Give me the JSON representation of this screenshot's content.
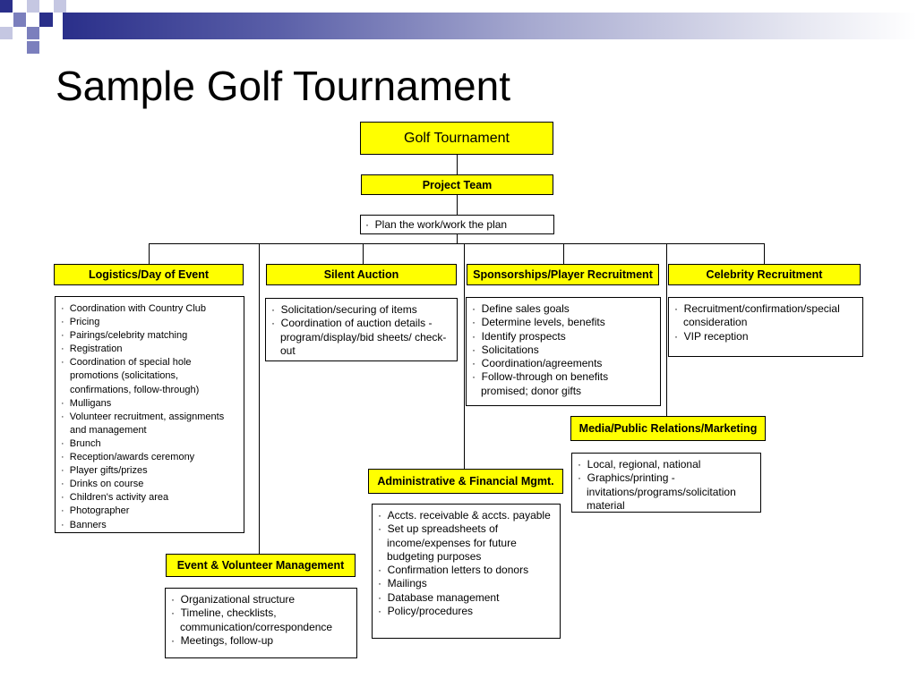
{
  "slide": {
    "title": "Sample Golf Tournament",
    "accent_colors": {
      "deco_dark": "#2a2f8a",
      "deco_mid": "#7b7fbd",
      "deco_light": "#c5c7e2",
      "box_fill": "#ffff00"
    }
  },
  "org": {
    "root": {
      "label": "Golf Tournament"
    },
    "project_team": {
      "label": "Project Team",
      "items": [
        "Plan the work/work the plan"
      ]
    },
    "logistics": {
      "label": "Logistics/Day of Event",
      "items": [
        "Coordination with Country Club",
        "Pricing",
        "Pairings/celebrity matching",
        "Registration",
        "Coordination of special hole promotions (solicitations, confirmations, follow-through)",
        "Mulligans",
        "Volunteer recruitment, assignments and management",
        "Brunch",
        "Reception/awards ceremony",
        "Player gifts/prizes",
        "Drinks on course",
        "Children's activity area",
        "Photographer",
        "Banners"
      ]
    },
    "silent_auction": {
      "label": "Silent Auction",
      "items": [
        "Solicitation/securing of items",
        "Coordination of auction details - program/display/bid sheets/ check-out"
      ]
    },
    "sponsorships": {
      "label": "Sponsorships/Player Recruitment",
      "items": [
        "Define sales goals",
        "Determine levels, benefits",
        "Identify prospects",
        "Solicitations",
        "Coordination/agreements",
        "Follow-through on benefits promised;  donor gifts"
      ]
    },
    "celebrity": {
      "label": "Celebrity Recruitment",
      "items": [
        "Recruitment/confirmation/special consideration",
        "VIP reception"
      ]
    },
    "media": {
      "label": "Media/Public Relations/Marketing",
      "items": [
        "Local, regional, national",
        "Graphics/printing - invitations/programs/solicitation material"
      ]
    },
    "admin": {
      "label": "Administrative & Financial Mgmt.",
      "items": [
        "Accts. receivable & accts. payable",
        "Set up spreadsheets of income/expenses for future budgeting purposes",
        "Confirmation letters to donors",
        "Mailings",
        "Database management",
        "Policy/procedures"
      ]
    },
    "event_volunteer": {
      "label": "Event & Volunteer Management",
      "items": [
        "Organizational structure",
        "Timeline, checklists, communication/correspondence",
        "Meetings, follow-up"
      ]
    }
  }
}
